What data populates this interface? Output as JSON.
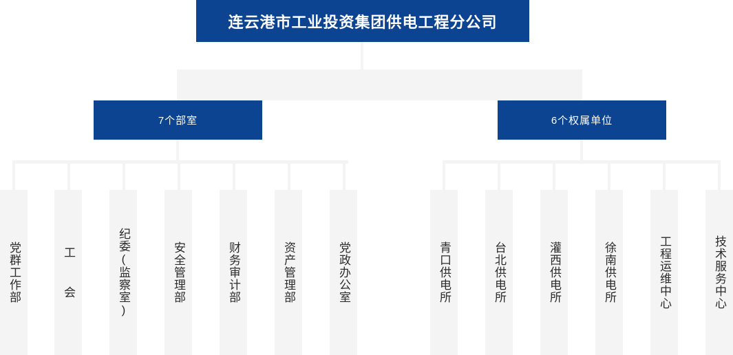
{
  "chart": {
    "type": "org-chart",
    "title": "连云港市工业投资集团供电工程分公司",
    "colors": {
      "accent_blue": "#0d4492",
      "connector_gray": "#f4f4f4",
      "leaf_text": "#2b2b2b",
      "root_text": "#ffffff"
    },
    "levels": [
      {
        "level": 1,
        "nodes": [
          {
            "label": "连云港市工业投资集团供电工程分公司",
            "style": "blue"
          }
        ]
      },
      {
        "level": 2,
        "nodes": [
          {
            "label": "7个部室",
            "style": "blue",
            "child_count": 7
          },
          {
            "label": "6个权属单位",
            "style": "blue",
            "child_count": 6
          }
        ]
      },
      {
        "level": 3,
        "group": "7个部室",
        "nodes": [
          {
            "label": "党群工作部",
            "style": "gray",
            "orientation": "vertical"
          },
          {
            "label": "工  会",
            "style": "gray",
            "orientation": "vertical"
          },
          {
            "label": "纪委(监察室)",
            "style": "gray",
            "orientation": "vertical"
          },
          {
            "label": "安全管理部",
            "style": "gray",
            "orientation": "vertical"
          },
          {
            "label": "财务审计部",
            "style": "gray",
            "orientation": "vertical"
          },
          {
            "label": "资产管理部",
            "style": "gray",
            "orientation": "vertical"
          },
          {
            "label": "党政办公室",
            "style": "gray",
            "orientation": "vertical"
          }
        ]
      },
      {
        "level": 3,
        "group": "6个权属单位",
        "nodes": [
          {
            "label": "青口供电所",
            "style": "gray",
            "orientation": "vertical"
          },
          {
            "label": "台北供电所",
            "style": "gray",
            "orientation": "vertical"
          },
          {
            "label": "灌西供电所",
            "style": "gray",
            "orientation": "vertical"
          },
          {
            "label": "徐南供电所",
            "style": "gray",
            "orientation": "vertical"
          },
          {
            "label": "工程运维中心",
            "style": "gray",
            "orientation": "vertical"
          },
          {
            "label": "技术服务中心",
            "style": "gray",
            "orientation": "vertical"
          }
        ]
      }
    ]
  },
  "root": {
    "title": "连云港市工业投资集团供电工程分公司"
  },
  "level2": {
    "left": {
      "label": "7个部室"
    },
    "right": {
      "label": "6个权属单位"
    }
  },
  "departments": [
    {
      "label": "党群工作部"
    },
    {
      "label": "工  会"
    },
    {
      "label": "纪委(监察室)"
    },
    {
      "label": "安全管理部"
    },
    {
      "label": "财务审计部"
    },
    {
      "label": "资产管理部"
    },
    {
      "label": "党政办公室"
    }
  ],
  "units": [
    {
      "label": "青口供电所"
    },
    {
      "label": "台北供电所"
    },
    {
      "label": "灌西供电所"
    },
    {
      "label": "徐南供电所"
    },
    {
      "label": "工程运维中心"
    },
    {
      "label": "技术服务中心"
    }
  ]
}
